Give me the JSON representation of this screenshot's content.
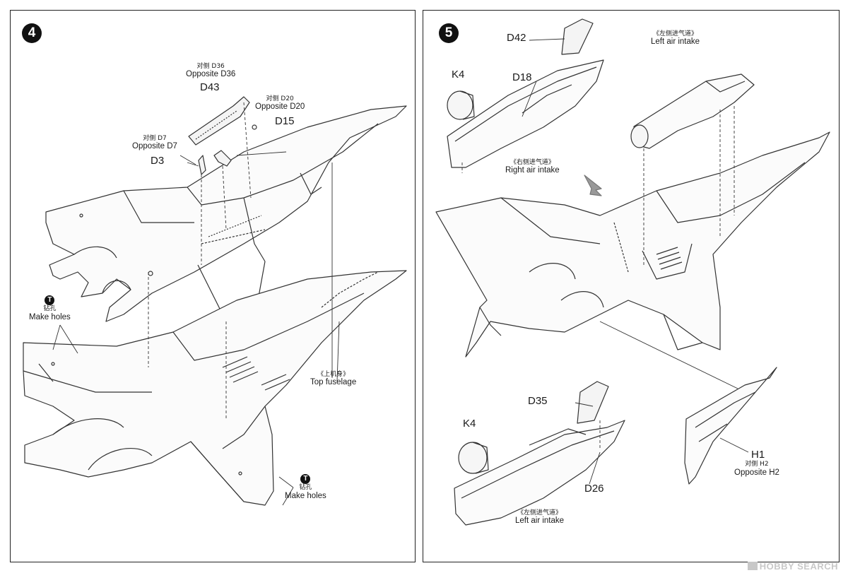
{
  "step4": {
    "number": "4",
    "labels": {
      "d36_cn": "对侧 D36",
      "d36_en": "Opposite D36",
      "d43": "D43",
      "d20_cn": "对侧 D20",
      "d20_en": "Opposite D20",
      "d15": "D15",
      "d7_cn": "对侧 D7",
      "d7_en": "Opposite D7",
      "d3": "D3",
      "tool_mark": "T",
      "holes1_cn": "钻孔",
      "holes1_en": "Make holes",
      "top_fuselage_cn": "《上机身》",
      "top_fuselage_en": "Top fuselage",
      "holes2_cn": "钻孔",
      "holes2_en": "Make holes"
    }
  },
  "step5": {
    "number": "5",
    "labels": {
      "d42": "D42",
      "k4_top": "K4",
      "d18": "D18",
      "left_intake_cn_top": "《左侧进气道》",
      "left_intake_en_top": "Left air intake",
      "right_intake_cn": "《右侧进气道》",
      "right_intake_en": "Right air intake",
      "d35": "D35",
      "k4_bottom": "K4",
      "d26": "D26",
      "left_intake_cn_bottom": "《左侧进气道》",
      "left_intake_en_bottom": "Left air intake",
      "h1": "H1",
      "h2_cn": "对侧 H2",
      "h2_en": "Opposite H2"
    }
  },
  "watermark": "HOBBY SEARCH"
}
